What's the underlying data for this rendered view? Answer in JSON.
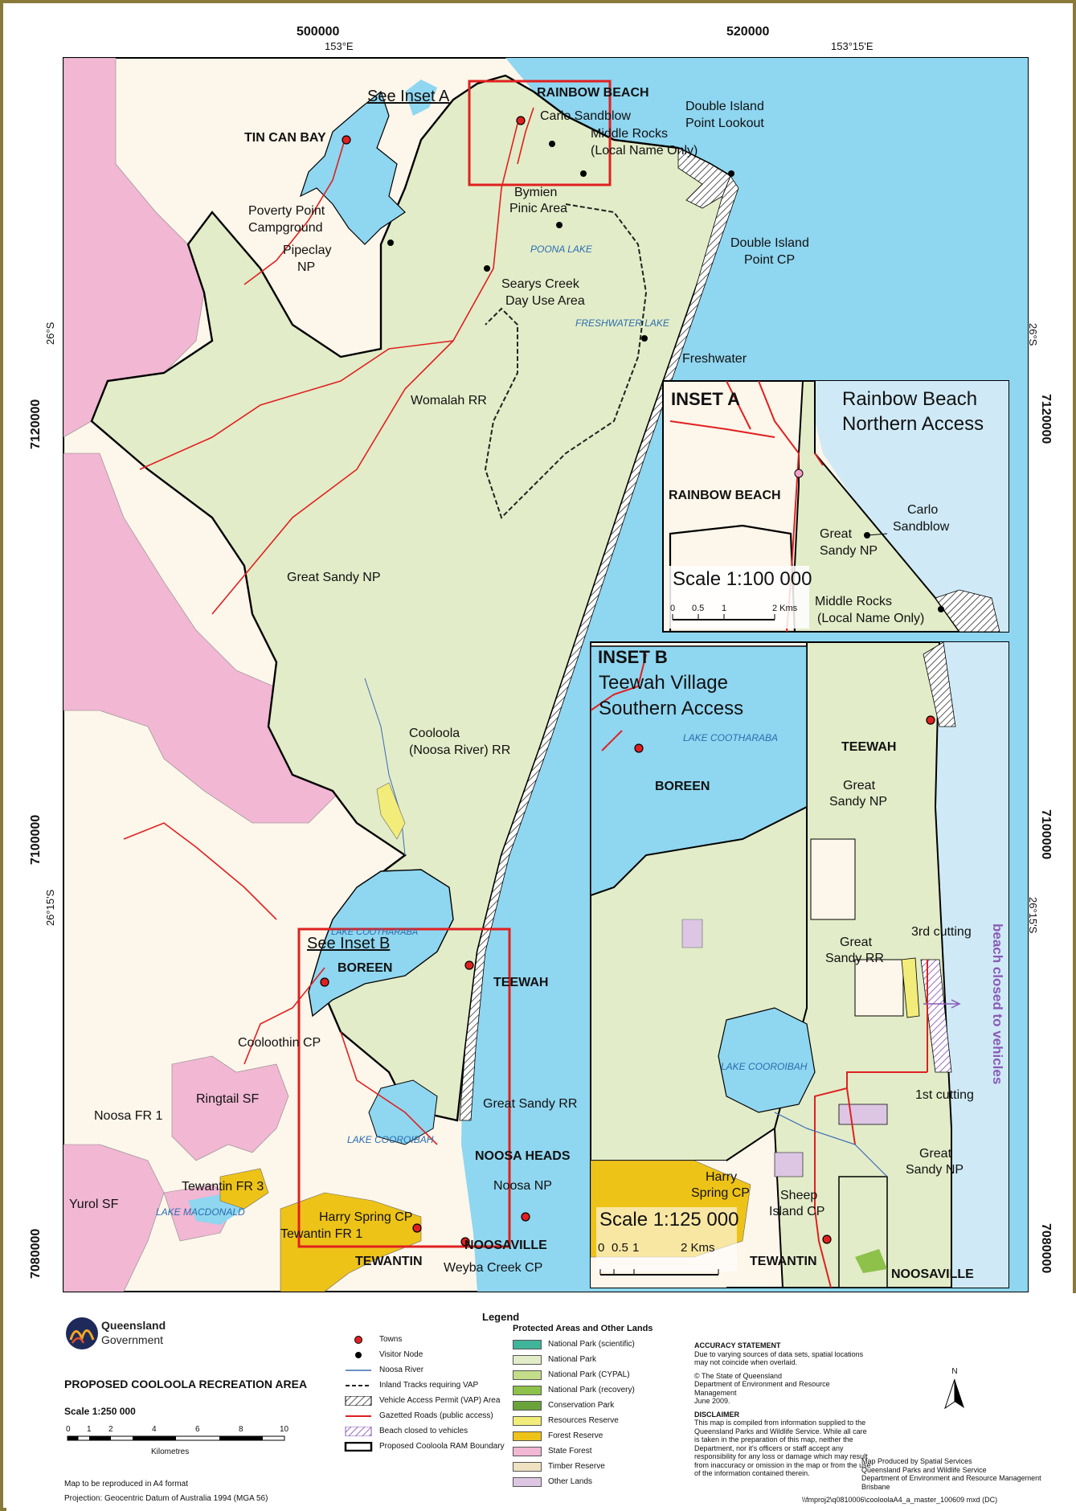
{
  "grid_labels": {
    "easting_500000": "500000",
    "easting_520000": "520000",
    "lon_153": "153°E",
    "lon_153_15": "153°15'E",
    "northing_7120000": "7120000",
    "northing_7100000": "7100000",
    "northing_7080000": "7080000",
    "lat_26": "26°S",
    "lat_26_15": "26°15'S"
  },
  "places": {
    "tin_can_bay": "TIN CAN BAY",
    "rainbow_beach": "RAINBOW BEACH",
    "see_inset_a": "See Inset A",
    "carlo_sandblow": "Carlo Sandblow",
    "middle_rocks_1": "Middle Rocks",
    "middle_rocks_2": "(Local Name Only)",
    "double_island_lookout_1": "Double Island",
    "double_island_lookout_2": "Point Lookout",
    "bymien_1": "Bymien",
    "bymien_2": "Pinic Area",
    "poverty_point_1": "Poverty Point",
    "poverty_point_2": "Campground",
    "pipeclay_1": "Pipeclay",
    "pipeclay_2": "NP",
    "double_island_cp_1": "Double Island",
    "double_island_cp_2": "Point CP",
    "poona_lake": "POONA LAKE",
    "searys_1": "Searys Creek",
    "searys_2": "Day Use Area",
    "freshwater_lake": "FRESHWATER LAKE",
    "freshwater": "Freshwater",
    "womalah": "Womalah RR",
    "great_sandy_np": "Great Sandy NP",
    "cooloola_rr_1": "Cooloola",
    "cooloola_rr_2": "(Noosa River) RR",
    "see_inset_b": "See Inset B",
    "lake_cootharaba": "LAKE COOTHARABA",
    "boreen": "BOREEN",
    "teewah": "TEEWAH",
    "cooloothin": "Cooloothin CP",
    "ringtail": "Ringtail SF",
    "noosa_fr": "Noosa FR 1",
    "great_sandy_rr": "Great Sandy RR",
    "lake_cooroibah": "LAKE COOROIBAH",
    "noosa_heads": "NOOSA HEADS",
    "tewantin_fr3": "Tewantin FR 3",
    "noosa_np": "Noosa NP",
    "yurol": "Yurol SF",
    "lake_macdonald": "LAKE MACDONALD",
    "harry_spring": "Harry Spring CP",
    "tewantin_fr1": "Tewantin FR 1",
    "noosaville": "NOOSAVILLE",
    "tewantin": "TEWANTIN",
    "weyba": "Weyba Creek CP"
  },
  "inset_a": {
    "label": "INSET A",
    "title_1": "Rainbow Beach",
    "title_2": "Northern Access",
    "rainbow_beach": "RAINBOW BEACH",
    "carlo_1": "Carlo",
    "carlo_2": "Sandblow",
    "gs_np_1": "Great",
    "gs_np_2": "Sandy NP",
    "scale": "Scale 1:100 000",
    "middle_1": "Middle Rocks",
    "middle_2": "(Local Name Only)",
    "ticks": [
      "0",
      "0.5",
      "1",
      "2 Kms"
    ]
  },
  "inset_b": {
    "label": "INSET B",
    "title_1": "Teewah Village",
    "title_2": "Southern Access",
    "lake_cootharaba": "LAKE COOTHARABA",
    "teewah": "TEEWAH",
    "boreen": "BOREEN",
    "gs_np_1": "Great",
    "gs_np_2": "Sandy NP",
    "third_cutting": "3rd cutting",
    "beach_closed": "beach closed to vehicles",
    "gs_rr_1": "Great",
    "gs_rr_2": "Sandy RR",
    "lake_cooroibah": "LAKE COOROIBAH",
    "first_cutting": "1st cutting",
    "gs_np2_1": "Great",
    "gs_np2_2": "Sandy NP",
    "harry_1": "Harry",
    "harry_2": "Spring CP",
    "sheep_1": "Sheep",
    "sheep_2": "Island CP",
    "scale": "Scale 1:125 000",
    "ticks": [
      "0",
      "0.5",
      "1",
      "2 Kms"
    ],
    "tewantin": "TEWANTIN",
    "noosaville": "NOOSAVILLE"
  },
  "logo": {
    "line1": "Queensland",
    "line2": "Government"
  },
  "doc_title": "PROPOSED COOLOOLA RECREATION AREA",
  "scale": {
    "title": "Scale 1:250 000",
    "ticks": [
      "0",
      "1",
      "2",
      "4",
      "6",
      "8",
      "10"
    ],
    "unit": "Kilometres"
  },
  "footer": {
    "a4": "Map to be reproduced in A4 format",
    "projection": "Projection: Geocentric Datum of Australia 1994 (MGA 56)",
    "filepath": "\\\\fmproj2\\q0810006\\cooloolaA4_a_master_100609 mxd (DC)"
  },
  "legend": {
    "title": "Legend",
    "col1": [
      {
        "label": "Towns",
        "symbol": "town"
      },
      {
        "label": "Visitor Node",
        "symbol": "node"
      },
      {
        "label": "Noosa River",
        "symbol": "river"
      },
      {
        "label": "Inland Tracks requiring VAP",
        "symbol": "track"
      },
      {
        "label": "Vehicle Access Permit (VAP) Area",
        "symbol": "vap"
      },
      {
        "label": "Gazetted Roads (public access)",
        "symbol": "road"
      },
      {
        "label": "Beach closed to vehicles",
        "symbol": "beach"
      },
      {
        "label": "Proposed Cooloola RAM Boundary",
        "symbol": "boundary"
      }
    ],
    "col2_title": "Protected Areas and Other Lands",
    "col2": [
      {
        "label": "National Park (scientific)",
        "color": "#3fb59a"
      },
      {
        "label": "National Park",
        "color": "#e2ecc8"
      },
      {
        "label": "National Park (CYPAL)",
        "color": "#c3dd8a"
      },
      {
        "label": "National Park (recovery)",
        "color": "#8dc14a"
      },
      {
        "label": "Conservation Park",
        "color": "#6aa33a"
      },
      {
        "label": "Resources Reserve",
        "color": "#f2ec7a"
      },
      {
        "label": "Forest Reserve",
        "color": "#eec318"
      },
      {
        "label": "State Forest",
        "color": "#f1b7d3"
      },
      {
        "label": "Timber Reserve",
        "color": "#efe2c0"
      },
      {
        "label": "Other Lands",
        "color": "#dcc6e4"
      }
    ]
  },
  "accuracy": {
    "heading": "ACCURACY STATEMENT",
    "text": "Due to varying sources of data sets, spatial locations may not coincide when overlaid.",
    "copyright": "© The State of Queensland",
    "dept": "Department of Environment and Resource Management",
    "date": "June 2009.",
    "disclaimer_heading": "DISCLAIMER",
    "disclaimer": "This map is compiled from information supplied to the Queensland Parks and Wildlife Service. While all care is taken in the preparation of this map, neither the Department, nor it's officers or staff accept any responsibility for any loss or damage which may result from inaccuracy or omission in the map or from the use of the information contained therein."
  },
  "north": "N",
  "producer": {
    "line1": "Map Produced by Spatial Services",
    "line2": "Queensland Parks and Wildlife Service",
    "line3": "Department of Environment and Resource Management",
    "line4": "Brisbane"
  },
  "colors": {
    "sea": "#8fd6f0",
    "lake": "#8fd6f0",
    "national_park": "#e2ecc8",
    "state_forest": "#f1b7d3",
    "forest_reserve": "#eec318",
    "background_land": "#fdf6ea",
    "road": "#e02020",
    "inset_box": "#e02020",
    "boundary": "#000000",
    "beach_closed_text": "#8a5ab8"
  }
}
